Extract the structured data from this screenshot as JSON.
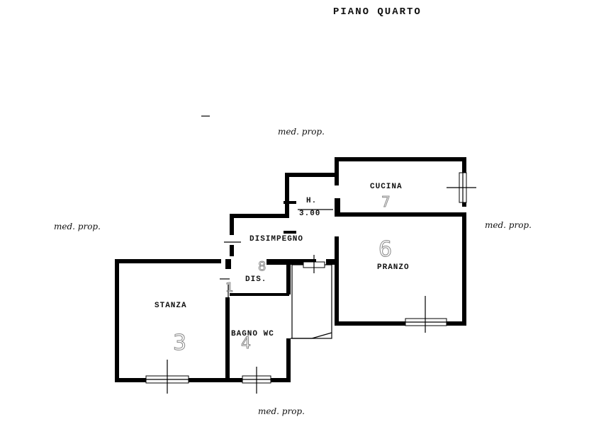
{
  "title": "PIANO   QUARTO",
  "neighbors": {
    "top": "med. prop.",
    "left": "med. prop.",
    "right": "med. prop.",
    "bottom": "med. prop."
  },
  "rooms": {
    "cucina": "CUCINA",
    "disimpegno": "DISIMPEGNO",
    "pranzo": "PRANZO",
    "dis": "DIS.",
    "stanza": "STANZA",
    "bagno": "BAGNO WC"
  },
  "height_label": "H.",
  "height_value": "3.00",
  "pencil_marks": {
    "stanza": "3",
    "pranzo": "6",
    "cucina": "7",
    "disimpegno": "8",
    "bagno": "4",
    "dis": "1"
  }
}
